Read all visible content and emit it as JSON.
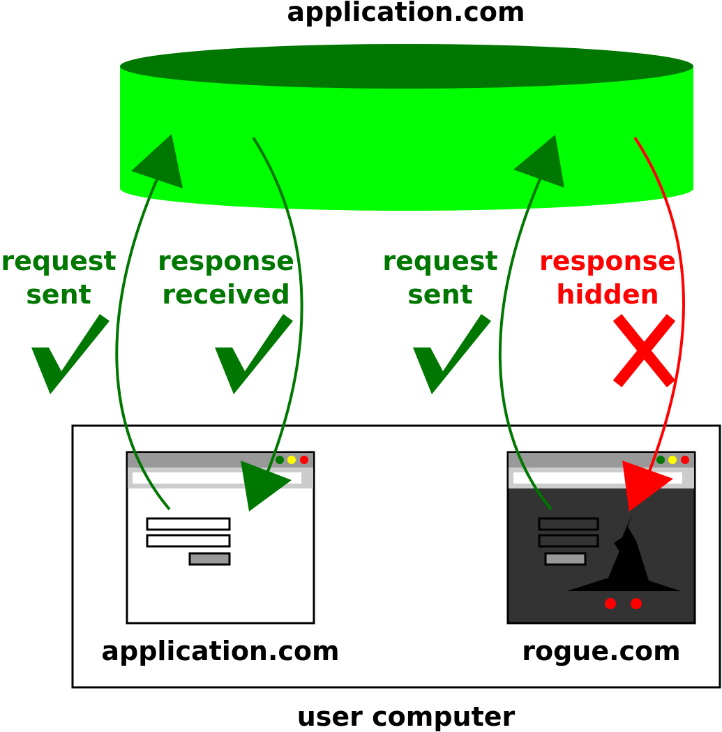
{
  "server": {
    "title": "application.com"
  },
  "machine": {
    "title": "user computer"
  },
  "left_flow": {
    "request": {
      "line1": "request",
      "line2": "sent",
      "status": "check"
    },
    "response": {
      "line1": "response",
      "line2": "received",
      "status": "check"
    }
  },
  "right_flow": {
    "request": {
      "line1": "request",
      "line2": "sent",
      "status": "check"
    },
    "response": {
      "line1": "response",
      "line2": "hidden",
      "status": "cross"
    }
  },
  "browsers": {
    "legit": {
      "label": "application.com"
    },
    "rogue": {
      "label": "rogue.com"
    }
  },
  "colors": {
    "server_body": "#00ff00",
    "server_top": "#007700",
    "ok": "#007700",
    "blocked": "#ff0000",
    "titlebar": "#999999",
    "addressbar": "#cccccc",
    "rogue_page": "#333333",
    "dot_green": "#007700",
    "dot_yellow": "#ffff00",
    "dot_red": "#ff0000"
  },
  "icons": {
    "check": "check-mark-icon",
    "cross": "cross-mark-icon",
    "witch": "witch-icon"
  }
}
